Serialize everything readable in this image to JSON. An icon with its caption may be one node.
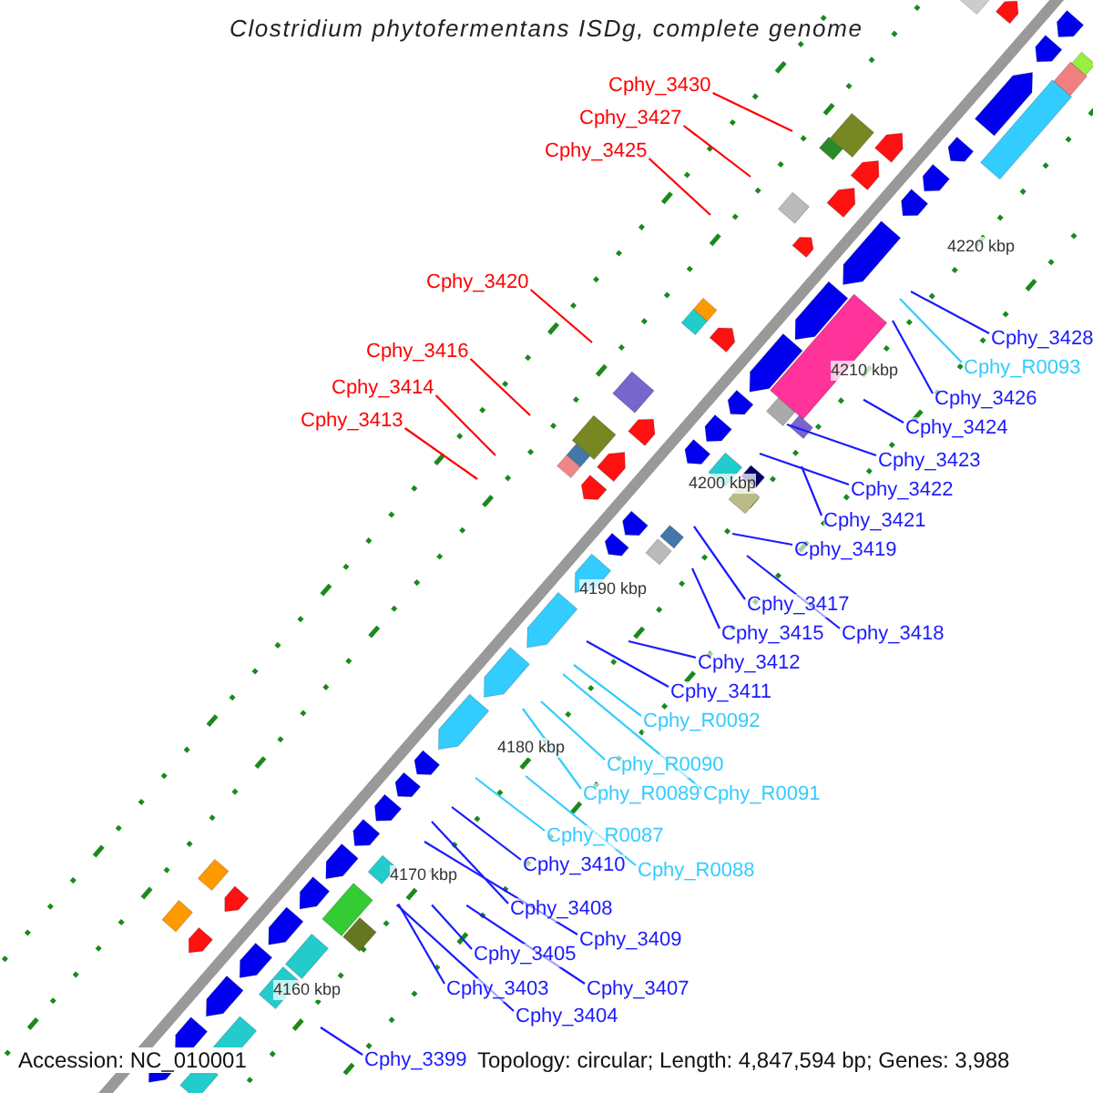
{
  "diagram": {
    "title": "Clostridium phytofermentans ISDg, complete genome",
    "nodes": [
      {
        "text": [
          "Cphy_3430"
        ]
      },
      {
        "text": [
          "Cphy_3427"
        ]
      },
      {
        "text": [
          "Cphy_3425"
        ]
      },
      {
        "text": [
          "Cphy_3420"
        ]
      },
      {
        "text": [
          "Cphy_3416"
        ]
      },
      {
        "text": [
          "Cphy_3414"
        ]
      },
      {
        "text": [
          "Cphy_3413"
        ]
      },
      {
        "text": [
          "Cphy_3428"
        ]
      },
      {
        "text": [
          "Cphy_R0093"
        ]
      },
      {
        "text": [
          "Cphy_3426"
        ]
      },
      {
        "text": [
          "Cphy_3424"
        ]
      },
      {
        "text": [
          "Cphy_3423"
        ]
      },
      {
        "text": [
          "Cphy_3422"
        ]
      },
      {
        "text": [
          "Cphy_3421"
        ]
      },
      {
        "text": [
          "Cphy_3419"
        ]
      },
      {
        "text": [
          "Cphy_3417"
        ]
      },
      {
        "text": [
          "Cphy_3415"
        ]
      },
      {
        "text": [
          "Cphy_3418"
        ]
      },
      {
        "text": [
          "Cphy_3412"
        ]
      },
      {
        "text": [
          "Cphy_3411"
        ]
      },
      {
        "text": [
          "Cphy_R0092"
        ]
      },
      {
        "text": [
          "Cphy_R0090"
        ]
      },
      {
        "text": [
          "Cphy_R0089"
        ]
      },
      {
        "text": [
          "Cphy_R0091"
        ]
      },
      {
        "text": [
          "Cphy_R0087"
        ]
      },
      {
        "text": [
          "Cphy_R0088"
        ]
      },
      {
        "text": [
          "Cphy_3410"
        ]
      },
      {
        "text": [
          "Cphy_3408"
        ]
      },
      {
        "text": [
          "Cphy_3409"
        ]
      },
      {
        "text": [
          "Cphy_3405"
        ]
      },
      {
        "text": [
          "Cphy_3407"
        ]
      },
      {
        "text": [
          "Cphy_3403"
        ]
      },
      {
        "text": [
          "Cphy_3404"
        ]
      },
      {
        "text": [
          "Cphy_3399"
        ]
      }
    ],
    "edges": [
      {
        "from": 0,
        "to": null,
        "arrow": "none",
        "color": "#ff0000"
      },
      {
        "from": 1,
        "to": null,
        "arrow": "none",
        "color": "#ff0000"
      },
      {
        "from": 2,
        "to": null,
        "arrow": "none",
        "color": "#ff0000"
      },
      {
        "from": 3,
        "to": null,
        "arrow": "none",
        "color": "#ff0000"
      },
      {
        "from": 4,
        "to": null,
        "arrow": "none",
        "color": "#ff0000"
      },
      {
        "from": 5,
        "to": null,
        "arrow": "none",
        "color": "#ff0000"
      },
      {
        "from": 6,
        "to": null,
        "arrow": "none",
        "color": "#ff0000"
      },
      {
        "from": 7,
        "to": null,
        "arrow": "none"
      },
      {
        "from": 8,
        "to": null,
        "arrow": "none",
        "color": "#33ccff"
      },
      {
        "from": 9,
        "to": null,
        "arrow": "none"
      },
      {
        "from": 10,
        "to": null,
        "arrow": "none"
      },
      {
        "from": 11,
        "to": null,
        "arrow": "none"
      },
      {
        "from": 12,
        "to": null,
        "arrow": "none"
      },
      {
        "from": 13,
        "to": null,
        "arrow": "none"
      },
      {
        "from": 14,
        "to": null,
        "arrow": "none"
      },
      {
        "from": 15,
        "to": null,
        "arrow": "none"
      },
      {
        "from": 16,
        "to": null,
        "arrow": "none"
      },
      {
        "from": 17,
        "to": null,
        "arrow": "none"
      },
      {
        "from": 18,
        "to": null,
        "arrow": "none"
      },
      {
        "from": 19,
        "to": null,
        "arrow": "none"
      },
      {
        "from": 20,
        "to": null,
        "arrow": "none",
        "color": "#33ccff"
      },
      {
        "from": 21,
        "to": null,
        "arrow": "none",
        "color": "#33ccff"
      },
      {
        "from": 22,
        "to": null,
        "arrow": "none",
        "color": "#33ccff"
      },
      {
        "from": 23,
        "to": null,
        "arrow": "none",
        "color": "#33ccff"
      },
      {
        "from": 24,
        "to": null,
        "arrow": "none",
        "color": "#33ccff"
      },
      {
        "from": 25,
        "to": null,
        "arrow": "none",
        "color": "#33ccff"
      },
      {
        "from": 26,
        "to": null,
        "arrow": "none"
      },
      {
        "from": 27,
        "to": null,
        "arrow": "none"
      },
      {
        "from": 28,
        "to": null,
        "arrow": "none"
      },
      {
        "from": 29,
        "to": null,
        "arrow": "none"
      },
      {
        "from": 30,
        "to": null,
        "arrow": "none"
      },
      {
        "from": 31,
        "to": null,
        "arrow": "none"
      },
      {
        "from": 32,
        "to": null,
        "arrow": "none"
      },
      {
        "from": 33,
        "to": null,
        "arrow": "none"
      }
    ],
    "labels": [
      "4220 kbp",
      "4210 kbp",
      "4200 kbp",
      "4190 kbp",
      "4180 kbp",
      "4170 kbp",
      "4160 kbp",
      "Accession: NC_010001",
      "Topology: circular; Length: 4,847,594 bp; Genes: 3,988"
    ]
  }
}
